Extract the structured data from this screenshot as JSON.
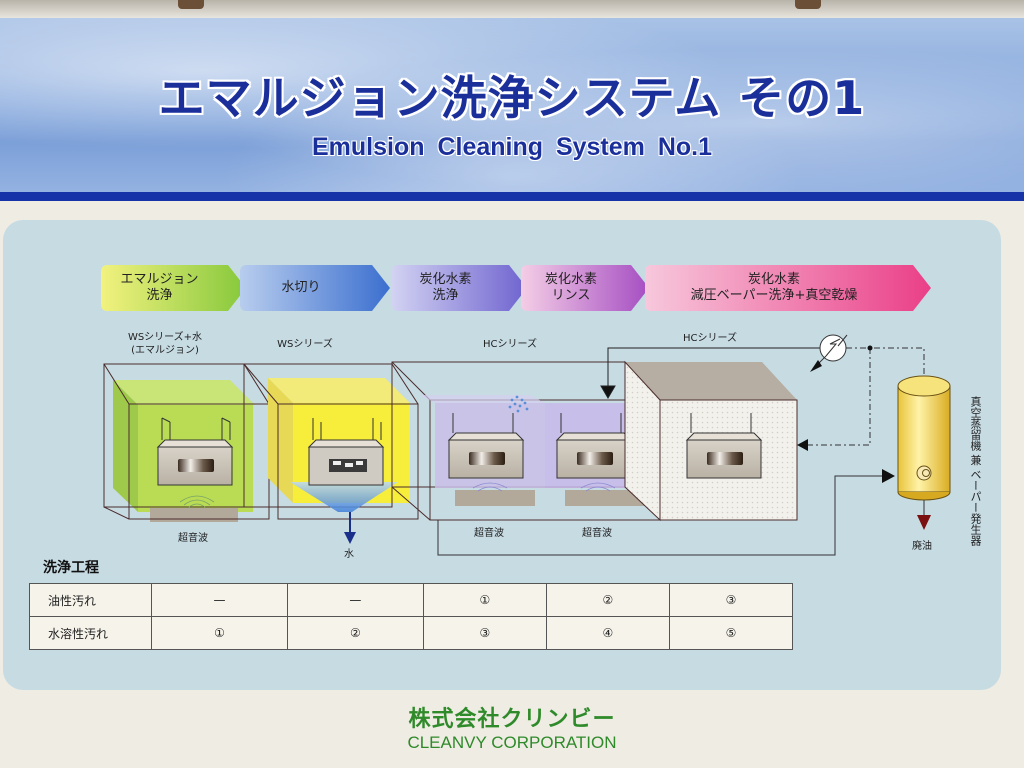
{
  "header": {
    "title_jp": "エマルジョン洗浄システム その1",
    "title_en": "Emulsion  Cleaning System No.1"
  },
  "process_steps": [
    {
      "label_line1": "エマルジョン",
      "label_line2": "洗浄",
      "color_start": "#eef07a",
      "color_end": "#86c83c"
    },
    {
      "label_line1": "水切り",
      "label_line2": "",
      "color_start": "#a9c3ec",
      "color_end": "#3b6fcf"
    },
    {
      "label_line1": "炭化水素",
      "label_line2": "洗浄",
      "color_start": "#c9c9ee",
      "color_end": "#6f63cf"
    },
    {
      "label_line1": "炭化水素",
      "label_line2": "リンス",
      "color_start": "#f2c3e0",
      "color_end": "#a54ec2"
    },
    {
      "label_line1": "炭化水素",
      "label_line2": "減圧ベーパー洗浄+真空乾燥",
      "color_start": "#f7c3d8",
      "color_end": "#ea3f88"
    }
  ],
  "series_labels": {
    "ws_water_line1": "WSシリーズ+水",
    "ws_water_line2": "(エマルジョン)",
    "ws": "WSシリーズ",
    "hc1": "HCシリーズ",
    "hc2": "HCシリーズ"
  },
  "diagram_labels": {
    "ultrasonic_1": "超音波",
    "water_out": "水",
    "ultrasonic_2": "超音波",
    "ultrasonic_3": "超音波",
    "distiller": "真空蒸留機 兼 ベーパー発生器",
    "waste_oil": "廃油"
  },
  "table": {
    "section_title": "洗浄工程",
    "rows": [
      {
        "header": "油性汚れ",
        "cells": [
          "—",
          "—",
          "①",
          "②",
          "③"
        ]
      },
      {
        "header": "水溶性汚れ",
        "cells": [
          "①",
          "②",
          "③",
          "④",
          "⑤"
        ]
      }
    ]
  },
  "footer": {
    "company_jp": "株式会社クリンビー",
    "company_en": "CLEANVY CORPORATION"
  }
}
